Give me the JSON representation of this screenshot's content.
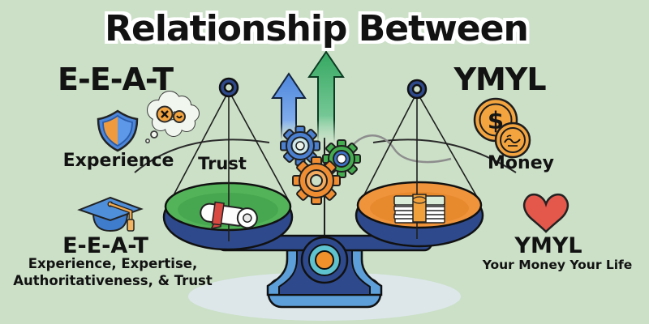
{
  "title": "Relationship Between",
  "left": {
    "heading": "E-E-A-T",
    "experience_label": "Experience",
    "acronym": "E-E-A-T",
    "expansion_line1": "Experience, Expertise,",
    "expansion_line2": "Authoritativeness, & Trust"
  },
  "center": {
    "trust_label": "Trust"
  },
  "right": {
    "heading": "YMYL",
    "money_label": "Money",
    "acronym": "YMYL",
    "expansion_line1": "Your Money Your Life",
    "coin_dollar_symbol": "$"
  },
  "icons": {
    "left_of_scale": [
      "shield-icon",
      "thought-bubble-icon",
      "graduation-cap-icon"
    ],
    "right_of_scale": [
      "coins-icon",
      "heart-icon"
    ],
    "center": [
      "balance-scale-icon",
      "growth-arrow-blue-icon",
      "growth-arrow-green-icon",
      "gear-blue-icon",
      "gear-green-icon",
      "gear-orange-icon",
      "diploma-scroll-icon",
      "money-stack-icon"
    ]
  },
  "colors": {
    "background": "#cbe0c7",
    "navy": "#2e4a8c",
    "pan_green": "#53b359",
    "pan_orange": "#f0943c",
    "base_blue": "#5d9fd9",
    "hub_teal": "#5fc3cf",
    "hub_orange": "#f1912c",
    "gear_blue": "#4b80d1",
    "gear_green": "#44ad4f",
    "gear_orange": "#ef8d33",
    "arrow_blue": "#4d86dc",
    "arrow_green": "#36a862",
    "coin_orange": "#f3a43f",
    "heart_red": "#e4574b",
    "ribbon_red": "#d84a42",
    "floor": "#dde7ea",
    "text": "#121212"
  }
}
